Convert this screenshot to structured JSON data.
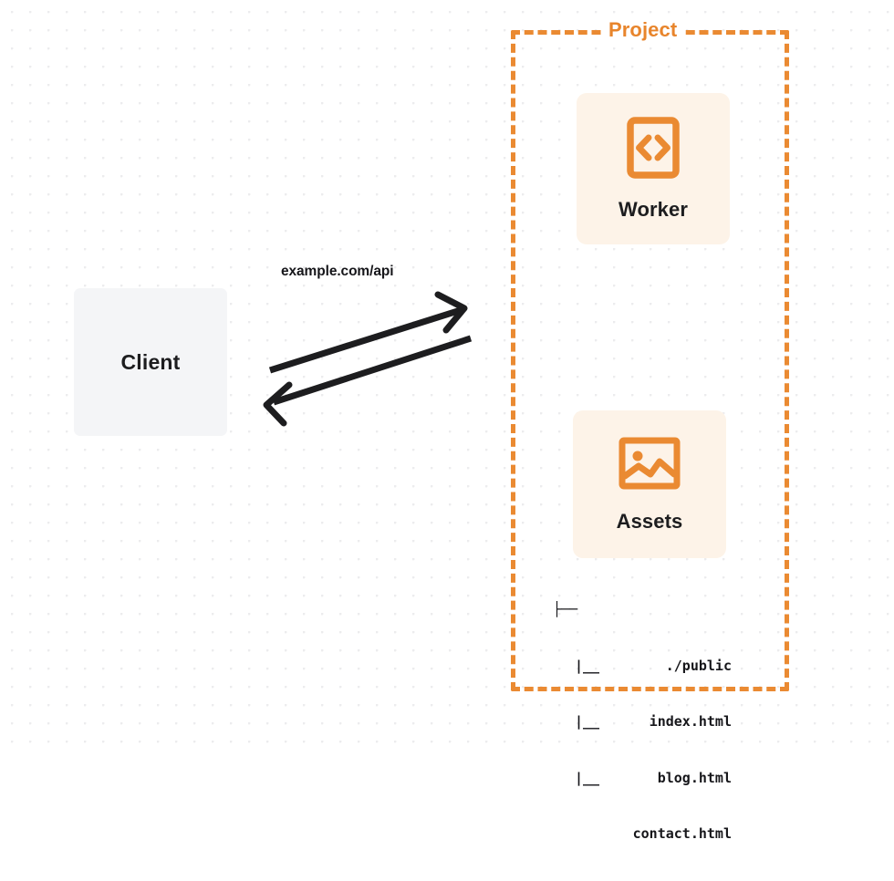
{
  "diagram": {
    "title": "Project architecture diagram",
    "background": {
      "style": "dot-grid",
      "dot_color": "#ececee",
      "page_color": "#ffffff"
    },
    "colors": {
      "accent_orange": "#e8852c",
      "card_background": "#fdf3e8",
      "client_background": "#f4f5f7",
      "text_dark": "#16161a",
      "arrow": "#1d1d1f"
    }
  },
  "client": {
    "label": "Client",
    "icon": "client-box"
  },
  "connection": {
    "label": "example.com/api",
    "request_arrow": "arrow-up-right",
    "response_arrow": "arrow-down-left"
  },
  "project": {
    "title": "Project",
    "cards": [
      {
        "label": "Worker",
        "icon": "code-brackets-icon"
      },
      {
        "label": "Assets",
        "icon": "image-icon"
      }
    ],
    "file_tree": {
      "rows": [
        {
          "glyph": "├──",
          "text": "./public",
          "level": 0
        },
        {
          "glyph": "|__",
          "text": "index.html",
          "level": 1
        },
        {
          "glyph": "|__",
          "text": "blog.html",
          "level": 1
        },
        {
          "glyph": "|__",
          "text": "contact.html",
          "level": 1
        }
      ]
    }
  }
}
